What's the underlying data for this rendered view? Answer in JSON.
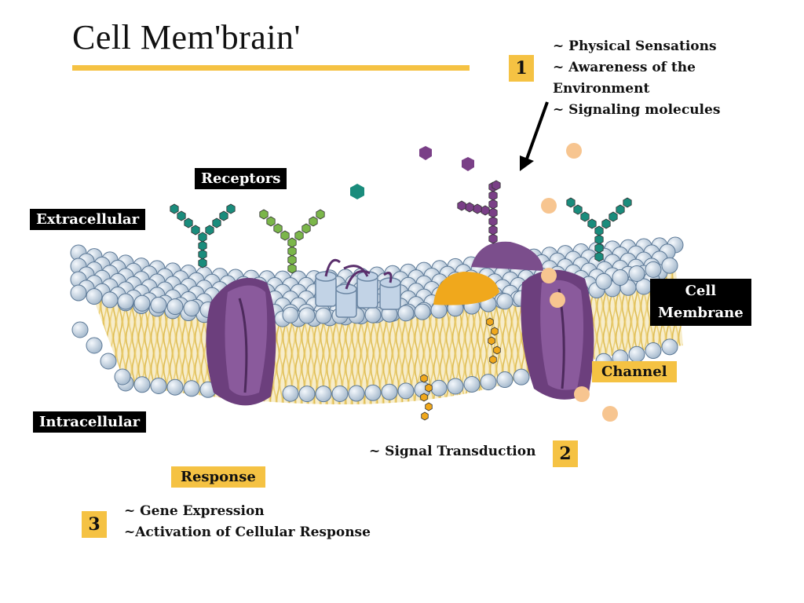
{
  "title": "Cell Mem'brain'",
  "step1": {
    "number": "1",
    "lines": [
      "~ Physical Sensations",
      "~ Awareness of the",
      "Environment",
      "~ Signaling molecules"
    ]
  },
  "step2": {
    "number": "2",
    "text": "~ Signal Transduction"
  },
  "step3": {
    "number": "3",
    "lines": [
      "~ Gene Expression",
      "~Activation of Cellular Response"
    ]
  },
  "labels": {
    "receptors": "Receptors",
    "extracellular": "Extracellular",
    "intracellular": "Intracellular",
    "cell_membrane": [
      "Cell",
      "Membrane"
    ],
    "channel": "Channel",
    "response": "Response"
  },
  "colors": {
    "accent": "#f5c243",
    "label_bg": "#000000",
    "protein": "#7b4e8c",
    "lipid_head": "#c9d7e6",
    "lipid_tail": "#e2c463",
    "teal": "#1a8c7c",
    "green": "#7bb64a",
    "purple_molecule": "#7a3f87",
    "orange_molecule": "#f7c590"
  }
}
